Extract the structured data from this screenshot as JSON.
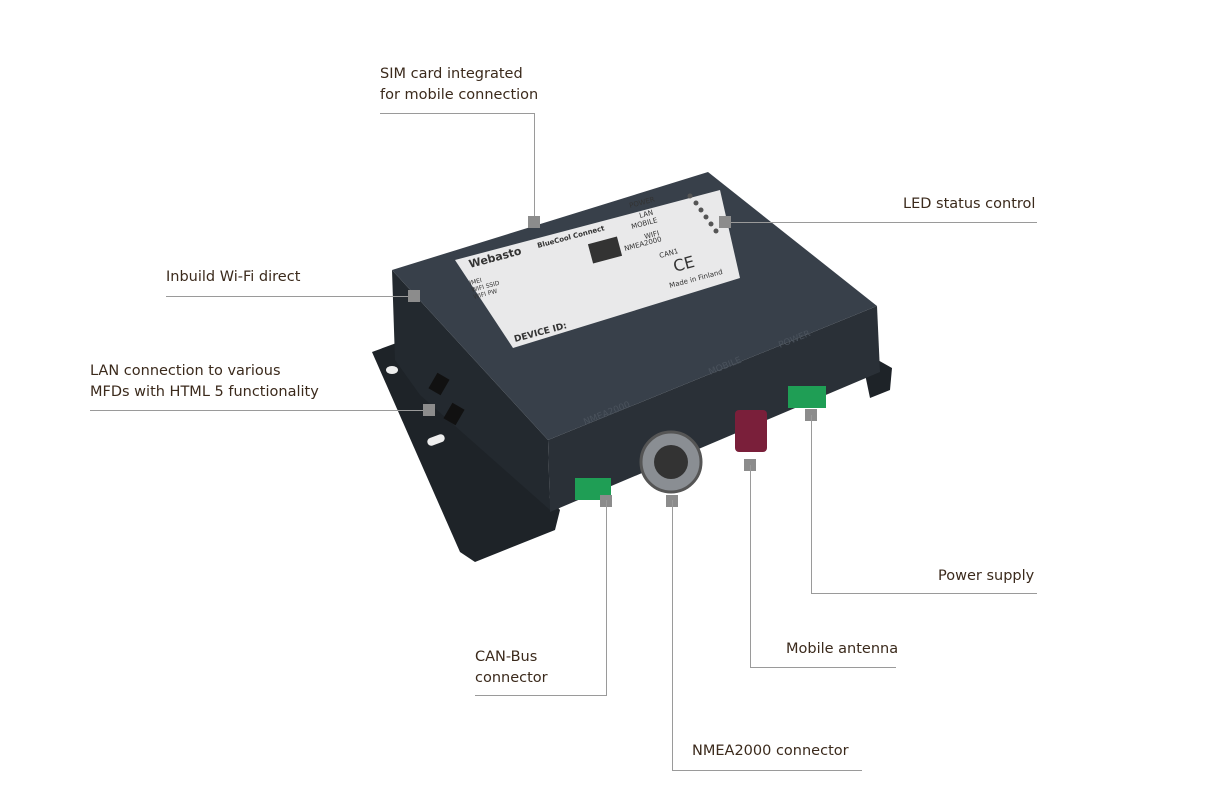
{
  "callouts": {
    "sim": {
      "line1": "SIM card integrated",
      "line2": "for mobile connection"
    },
    "led": {
      "text": "LED status control"
    },
    "wifi": {
      "text": "Inbuild Wi-Fi direct"
    },
    "lan": {
      "line1": "LAN connection to various",
      "line2": "MFDs with HTML 5 functionality"
    },
    "canbus": {
      "line1": "CAN-Bus",
      "line2": "connector"
    },
    "nmea": {
      "text": "NMEA2000 connector"
    },
    "mobile": {
      "text": "Mobile antenna"
    },
    "power": {
      "text": "Power supply"
    }
  },
  "device_label": {
    "brand": "Webasto",
    "product": "BlueCool Connect",
    "leds": [
      "POWER",
      "LAN",
      "MOBILE",
      "WIFI",
      "NMEA2000",
      "CAN1"
    ],
    "device_id": "DEVICE ID:",
    "made_in": "Made in Finland",
    "ce": "CE",
    "fields": [
      "IMEI",
      "WIFI SSID",
      "WIFI PW"
    ]
  },
  "device_side_labels": [
    "POWER",
    "MOBILE",
    "NMEA2000"
  ],
  "colors": {
    "text": "#3b2a1c",
    "line": "#9a9a9a",
    "marker": "#8c8c8c",
    "body": "#2c323a",
    "connector_green": "#1f9e55",
    "antenna": "#7a1f3a"
  }
}
